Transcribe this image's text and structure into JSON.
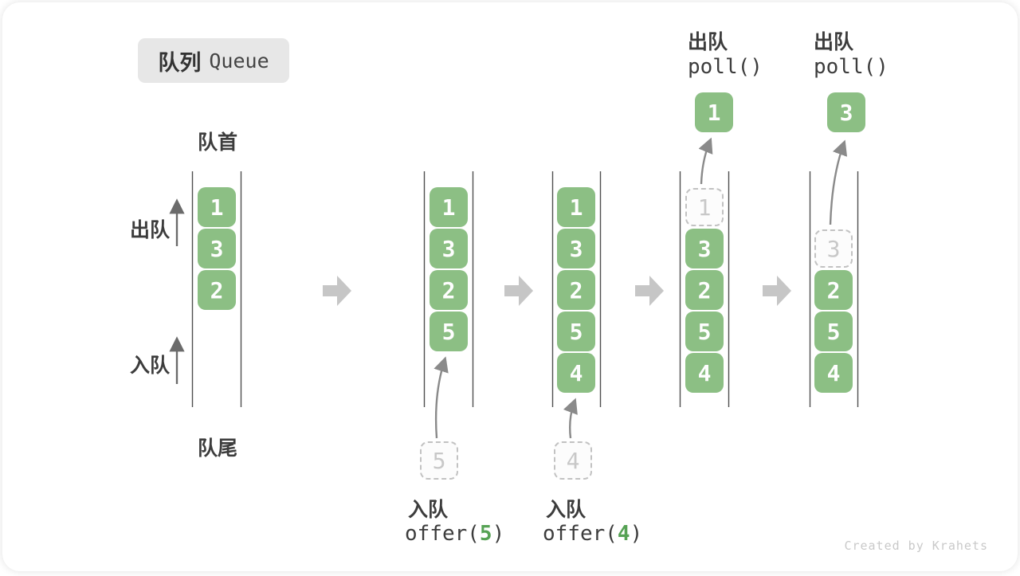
{
  "title": {
    "zh": "队列",
    "en": "Queue"
  },
  "labels": {
    "front": "队首",
    "rear": "队尾",
    "dequeue_side": "出队",
    "enqueue_side": "入队"
  },
  "colors": {
    "box_green": "#8cbf84",
    "code_green": "#56a254",
    "text_dark": "#3c3c3c",
    "block_arrow_gray": "#c6c6c6",
    "ghost_gray": "#c8c8c8",
    "wall_gray": "#4f4f4f",
    "title_badge_bg": "#e7e7e7",
    "watermark_gray": "#c9c9c9"
  },
  "states": [
    {
      "cells": [
        "1",
        "3",
        "2"
      ]
    },
    {
      "cells": [
        "1",
        "3",
        "2",
        "5"
      ],
      "incoming": "5"
    },
    {
      "cells": [
        "1",
        "3",
        "2",
        "5",
        "4"
      ],
      "incoming": "4"
    },
    {
      "cells": [
        "3",
        "2",
        "5",
        "4"
      ],
      "ghost": "1",
      "polled": "1"
    },
    {
      "cells": [
        "2",
        "5",
        "4"
      ],
      "ghost": "3",
      "polled": "3"
    }
  ],
  "ops": {
    "enqueue5": {
      "label": "入队",
      "fn": "offer(",
      "arg": "5",
      "close": ")"
    },
    "enqueue4": {
      "label": "入队",
      "fn": "offer(",
      "arg": "4",
      "close": ")"
    },
    "dequeue1": {
      "label": "出队",
      "code": "poll()"
    },
    "dequeue2": {
      "label": "出队",
      "code": "poll()"
    }
  },
  "watermark": "Created by Krahets"
}
